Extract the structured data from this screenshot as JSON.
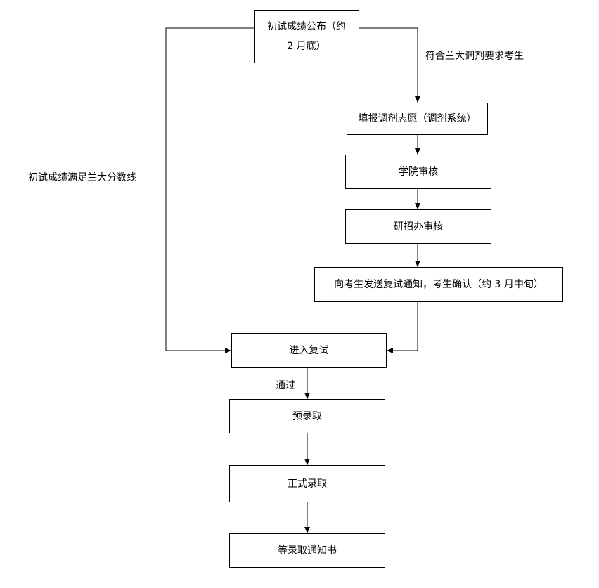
{
  "nodes": {
    "announce_line1": "初试成绩公布（约",
    "announce_line2": "2 月底）",
    "fill": "填报调剂志愿（调剂系统）",
    "college": "学院审核",
    "office": "研招办审核",
    "notify": "向考生发送复试通知，考生确认（约 3 月中旬）",
    "retest": "进入复试",
    "pre_admit": "预录取",
    "formal_admit": "正式录取",
    "wait_notice": "等录取通知书"
  },
  "edge_labels": {
    "meet_score": "初试成绩满足兰大分数线",
    "adjust_eligible": "符合兰大调剂要求考生",
    "pass": "通过"
  }
}
